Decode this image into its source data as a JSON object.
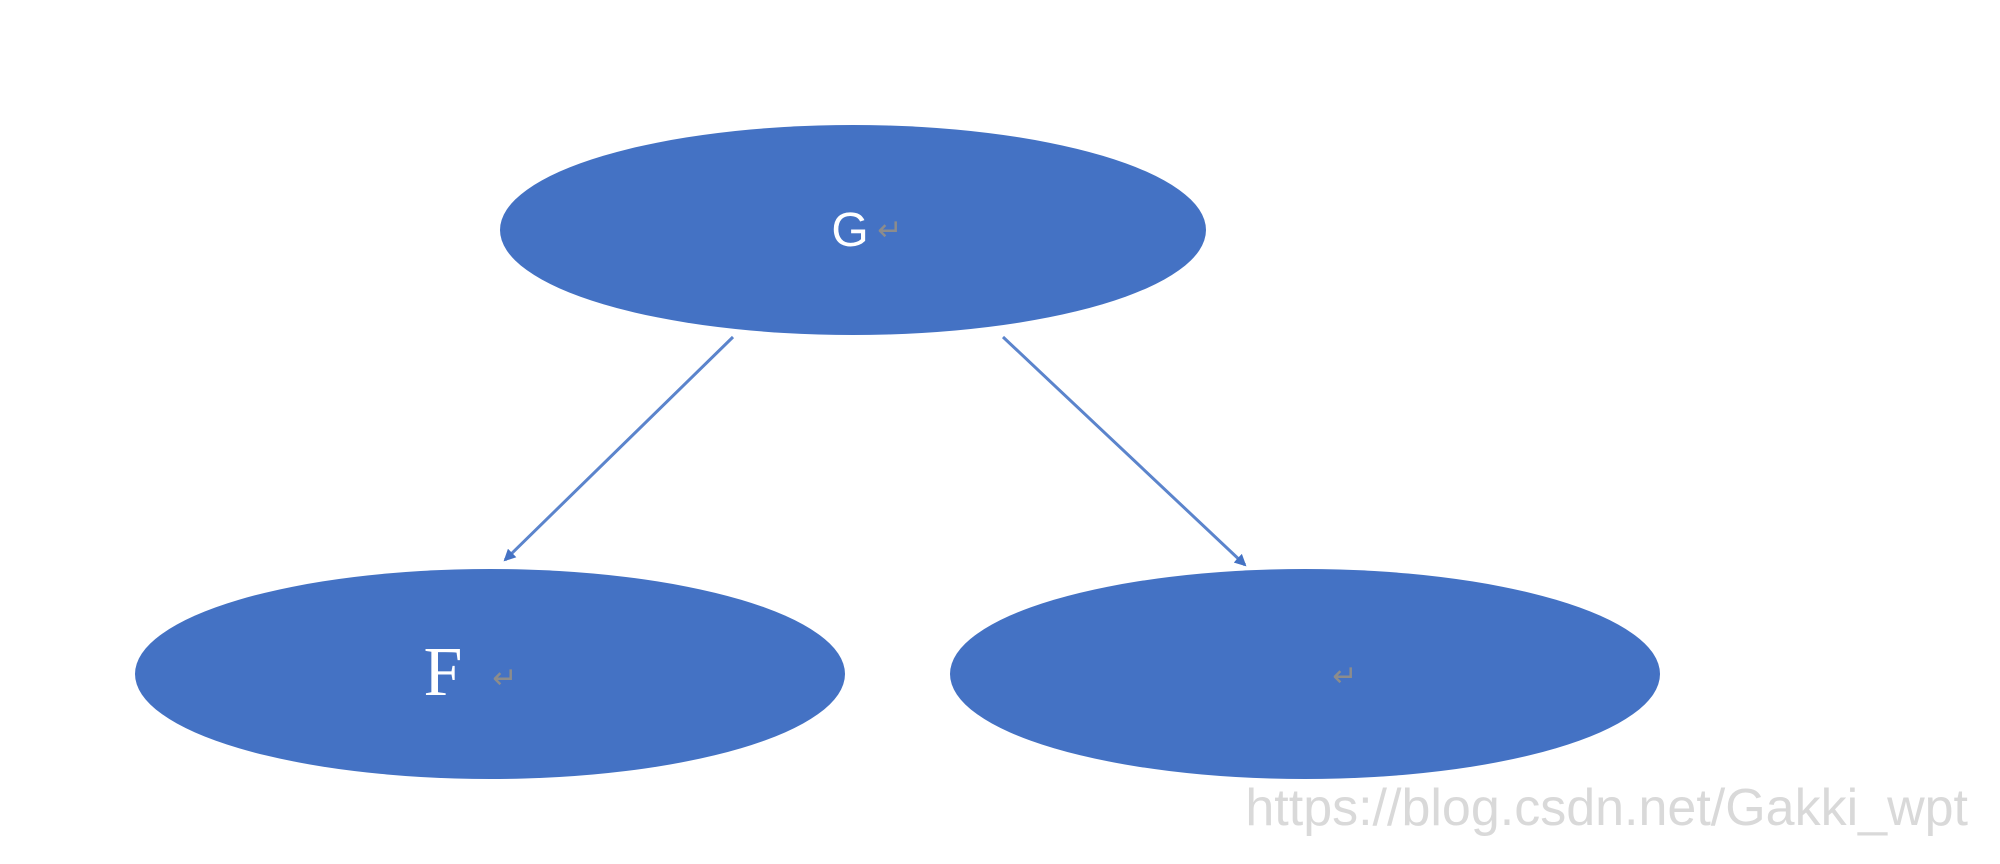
{
  "diagram": {
    "nodes": [
      {
        "id": "G",
        "label": "G",
        "mark": "↵"
      },
      {
        "id": "F",
        "label": "F",
        "mark": "↵"
      },
      {
        "id": "right",
        "label": "",
        "mark": "↵"
      }
    ],
    "edges": [
      {
        "from": "G",
        "to": "F"
      },
      {
        "from": "G",
        "to": "right"
      }
    ]
  },
  "colors": {
    "node_fill": "#4472C4",
    "node_text": "#FFFFFF",
    "edge": "#4472C4",
    "para_mark": "#8C8C8C",
    "watermark": "#D9D9D9"
  },
  "watermark": "https://blog.csdn.net/Gakki_wpt"
}
